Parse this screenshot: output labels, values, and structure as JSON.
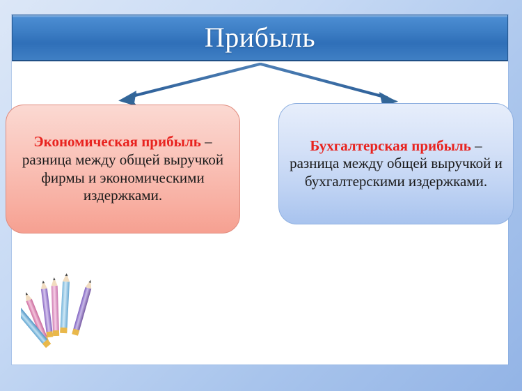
{
  "slide": {
    "title": "Прибыль",
    "accent_color": "#3c7dc4",
    "term_color": "#e8231f",
    "background_color": "#c6d9f4",
    "canvas_color": "#ffffff"
  },
  "boxes": [
    {
      "id": "economic-profit",
      "term": "Экономическая прибыль",
      "dash": " – ",
      "definition": "разница между общей выручкой фирмы и экономическими издержками.",
      "fill_color": "#f8b0a3"
    },
    {
      "id": "accounting-profit",
      "term": "Бухгалтерская прибыль",
      "dash": " – ",
      "definition": "разница между общей выручкой и бухгалтерскими издержками.",
      "fill_color": "#bed2f3"
    }
  ],
  "arrows": {
    "color": "#35689f",
    "left_label": "arrow-to-economic-profit",
    "right_label": "arrow-to-accounting-profit"
  },
  "decoration": {
    "name": "colored-pencils",
    "pencil_colors": [
      "#7fb6dc",
      "#d98fb8",
      "#a98ed6",
      "#e59ec4",
      "#8fc3e8",
      "#9b7fd0"
    ]
  }
}
